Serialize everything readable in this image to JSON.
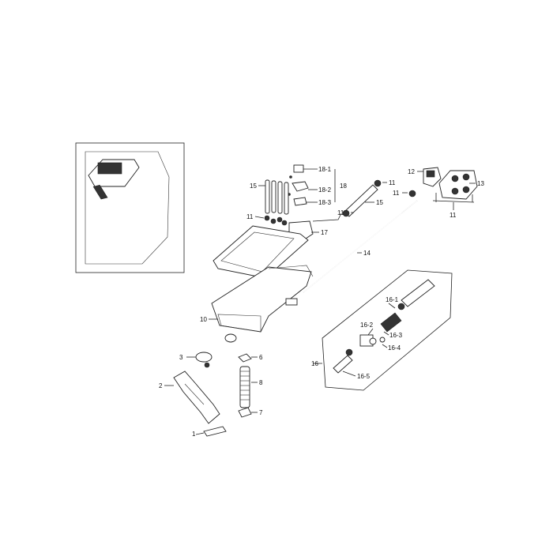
{
  "callouts": [
    {
      "id": "1",
      "text": "1"
    },
    {
      "id": "2",
      "text": "2"
    },
    {
      "id": "3",
      "text": "3"
    },
    {
      "id": "6",
      "text": "6"
    },
    {
      "id": "7",
      "text": "7"
    },
    {
      "id": "8",
      "text": "8"
    },
    {
      "id": "10",
      "text": "10"
    },
    {
      "id": "11a",
      "text": "11"
    },
    {
      "id": "11b",
      "text": "11"
    },
    {
      "id": "11c",
      "text": "11"
    },
    {
      "id": "11d",
      "text": "11"
    },
    {
      "id": "11e",
      "text": "11"
    },
    {
      "id": "12",
      "text": "12"
    },
    {
      "id": "13",
      "text": "13"
    },
    {
      "id": "14",
      "text": "14"
    },
    {
      "id": "15a",
      "text": "15"
    },
    {
      "id": "15b",
      "text": "15"
    },
    {
      "id": "16",
      "text": "16"
    },
    {
      "id": "16-1",
      "text": "16-1"
    },
    {
      "id": "16-2",
      "text": "16-2"
    },
    {
      "id": "16-3",
      "text": "16-3"
    },
    {
      "id": "16-4",
      "text": "16-4"
    },
    {
      "id": "16-5",
      "text": "16-5"
    },
    {
      "id": "17",
      "text": "17"
    },
    {
      "id": "18",
      "text": "18"
    },
    {
      "id": "18-1",
      "text": "18-1"
    },
    {
      "id": "18-2",
      "text": "18-2"
    },
    {
      "id": "18-3",
      "text": "18-3"
    }
  ]
}
